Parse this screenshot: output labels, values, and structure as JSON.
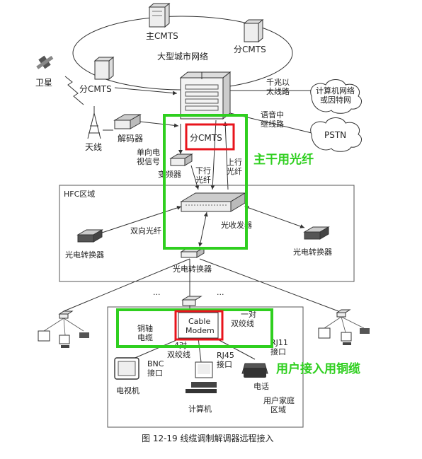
{
  "nodes": {
    "main_cmts": "主CMTS",
    "sub_cmts_top": "分CMTS",
    "metro_network": "大型城市网络",
    "sub_cmts_left": "分CMTS",
    "satellite": "卫星",
    "antenna": "天线",
    "decoder": "解码器",
    "gigabit_line": "千兆以\n太线路",
    "internet": "计算机网络\n或因特网",
    "voice_trunk": "语音中\n继线路",
    "pstn": "PSTN",
    "sub_cmts_center": "分CMTS",
    "unidirectional_tv": "单向电\n视信号",
    "frequency_converter": "变频器",
    "downstream_fiber": "下行\n光纤",
    "upstream_fiber": "上行\n光纤",
    "hfc_area": "HFC区域",
    "bidirectional_fiber": "双向光纤",
    "optical_transceiver": "光收发器",
    "oe_converter_left": "光电转换器",
    "oe_converter_right": "光电转换器",
    "oe_converter_center": "光电转换器",
    "ellipsis_left": "···",
    "ellipsis_right": "···",
    "coax_cable": "铜轴\n电缆",
    "cable_modem": "Cable\nModem",
    "twisted_pair_one": "一对\n双绞线",
    "rj11": "RJ11\n接口",
    "four_pair": "4对\n双绞线",
    "bnc": "BNC\n接口",
    "rj45": "RJ45\n接口",
    "tv": "电视机",
    "computer": "计算机",
    "phone": "电话",
    "home_area": "用户家庭\n区域"
  },
  "annotations": {
    "trunk_fiber": "主干用光纤",
    "user_copper": "用户接入用铜缆"
  },
  "caption": "图 12-19   线缆调制解调器远程接入",
  "colors": {
    "annotation_green": "#2fcf1f",
    "highlight_red": "#e8141c",
    "line": "#333333"
  }
}
